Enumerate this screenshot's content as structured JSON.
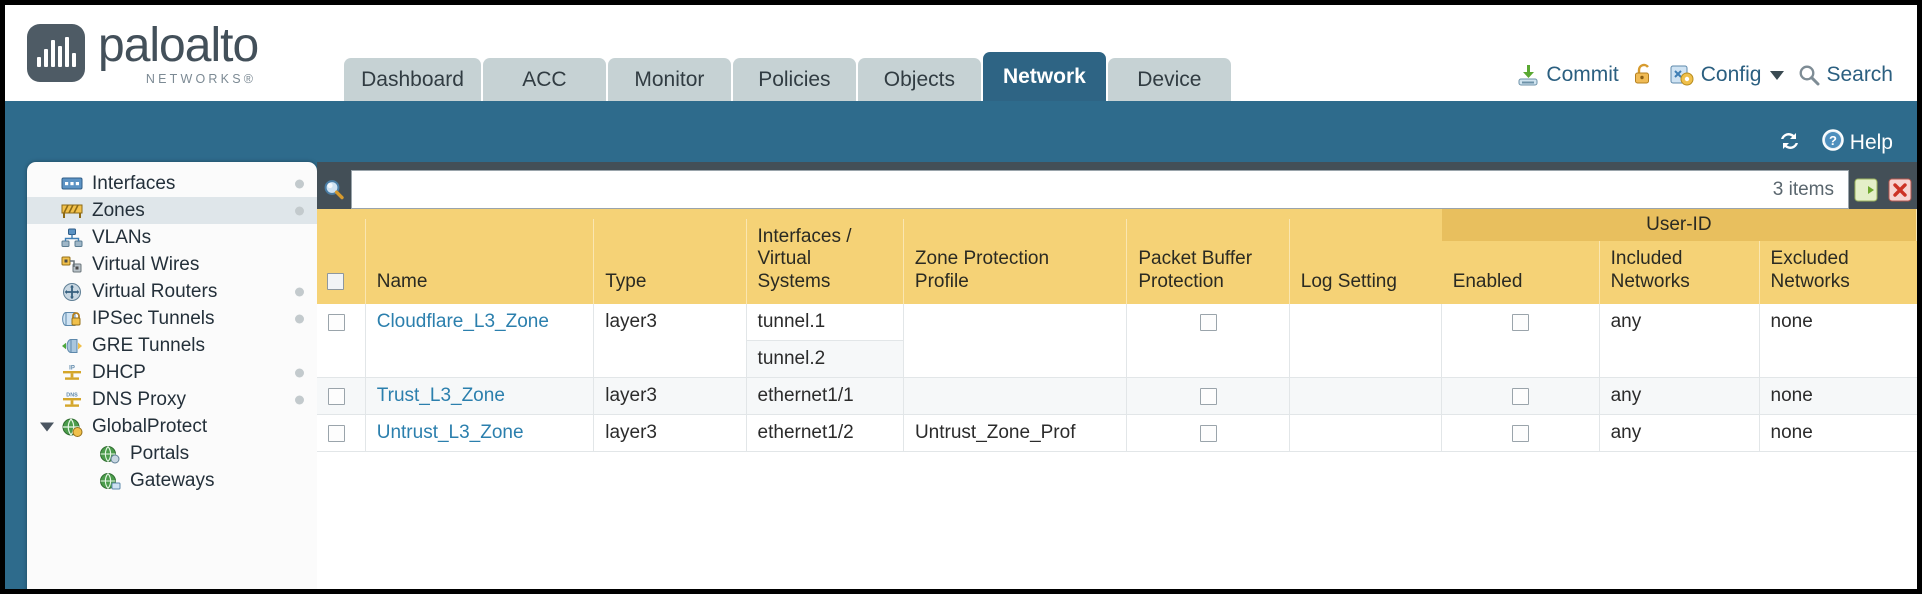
{
  "brand": {
    "name": "paloalto",
    "sub": "NETWORKS®"
  },
  "tabs": [
    {
      "label": "Dashboard",
      "active": false
    },
    {
      "label": "ACC",
      "active": false
    },
    {
      "label": "Monitor",
      "active": false
    },
    {
      "label": "Policies",
      "active": false
    },
    {
      "label": "Objects",
      "active": false
    },
    {
      "label": "Network",
      "active": true
    },
    {
      "label": "Device",
      "active": false
    }
  ],
  "top_actions": {
    "commit": "Commit",
    "lock_icon": "padlock-unlocked-icon",
    "config": "Config",
    "search": "Search"
  },
  "band": {
    "refresh_icon": "refresh-icon",
    "help": "Help"
  },
  "sidebar": {
    "items": [
      {
        "label": "Interfaces",
        "icon": "interfaces-icon",
        "selected": false,
        "dot": true,
        "child": false,
        "caret": false
      },
      {
        "label": "Zones",
        "icon": "zones-icon",
        "selected": true,
        "dot": true,
        "child": false,
        "caret": false
      },
      {
        "label": "VLANs",
        "icon": "vlans-icon",
        "selected": false,
        "dot": false,
        "child": false,
        "caret": false
      },
      {
        "label": "Virtual Wires",
        "icon": "virtual-wires-icon",
        "selected": false,
        "dot": false,
        "child": false,
        "caret": false
      },
      {
        "label": "Virtual Routers",
        "icon": "virtual-routers-icon",
        "selected": false,
        "dot": true,
        "child": false,
        "caret": false
      },
      {
        "label": "IPSec Tunnels",
        "icon": "ipsec-tunnels-icon",
        "selected": false,
        "dot": true,
        "child": false,
        "caret": false
      },
      {
        "label": "GRE Tunnels",
        "icon": "gre-tunnels-icon",
        "selected": false,
        "dot": false,
        "child": false,
        "caret": false
      },
      {
        "label": "DHCP",
        "icon": "dhcp-icon",
        "selected": false,
        "dot": true,
        "child": false,
        "caret": false
      },
      {
        "label": "DNS Proxy",
        "icon": "dns-proxy-icon",
        "selected": false,
        "dot": true,
        "child": false,
        "caret": false
      },
      {
        "label": "GlobalProtect",
        "icon": "globalprotect-icon",
        "selected": false,
        "dot": false,
        "child": false,
        "caret": true
      },
      {
        "label": "Portals",
        "icon": "portals-icon",
        "selected": false,
        "dot": false,
        "child": true,
        "caret": false
      },
      {
        "label": "Gateways",
        "icon": "gateways-icon",
        "selected": false,
        "dot": false,
        "child": true,
        "caret": false
      }
    ]
  },
  "search": {
    "icon": "magnifier-icon",
    "value": "",
    "placeholder": "",
    "items_count": "3 items",
    "apply_icon": "green-arrow-icon",
    "clear_icon": "red-x-icon"
  },
  "table": {
    "group_header": "User-ID",
    "columns": [
      "Name",
      "Type",
      "Interfaces / Virtual Systems",
      "Zone Protection Profile",
      "Packet Buffer Protection",
      "Log Setting",
      "Enabled",
      "Included Networks",
      "Excluded Networks"
    ],
    "rows": [
      {
        "name": "Cloudflare_L3_Zone",
        "type": "layer3",
        "interfaces": [
          "tunnel.1",
          "tunnel.2"
        ],
        "zone_protection_profile": "",
        "packet_buffer_protection": false,
        "log_setting": "",
        "userid_enabled": false,
        "included_networks": "any",
        "excluded_networks": "none"
      },
      {
        "name": "Trust_L3_Zone",
        "type": "layer3",
        "interfaces": [
          "ethernet1/1"
        ],
        "zone_protection_profile": "",
        "packet_buffer_protection": false,
        "log_setting": "",
        "userid_enabled": false,
        "included_networks": "any",
        "excluded_networks": "none"
      },
      {
        "name": "Untrust_L3_Zone",
        "type": "layer3",
        "interfaces": [
          "ethernet1/2"
        ],
        "zone_protection_profile": "Untrust_Zone_Prof",
        "packet_buffer_protection": false,
        "log_setting": "",
        "userid_enabled": false,
        "included_networks": "any",
        "excluded_networks": "none"
      }
    ]
  },
  "colors": {
    "brand_blue": "#2e6b8c",
    "active_tab": "#2e6484",
    "tab_grey": "#c6d2d4",
    "header_amber": "#f5d276",
    "group_amber": "#e8bf5e",
    "link_blue": "#2b7fad",
    "panel_dark": "#434f57"
  }
}
